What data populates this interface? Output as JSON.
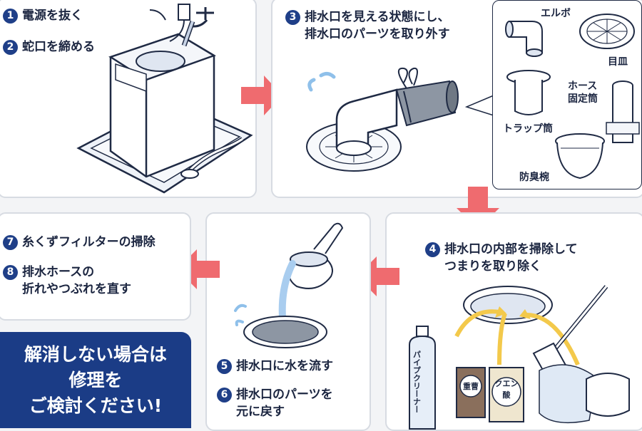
{
  "steps": {
    "s1": {
      "num": "1",
      "text": "電源を抜く"
    },
    "s2": {
      "num": "2",
      "text": "蛇口を締める"
    },
    "s3": {
      "num": "3",
      "text": "排水口を見える状態にし、\n排水口のパーツを取り外す"
    },
    "s4": {
      "num": "4",
      "text": "排水口の内部を掃除して\nつまりを取り除く"
    },
    "s5": {
      "num": "5",
      "text": "排水口に水を流す"
    },
    "s6": {
      "num": "6",
      "text": "排水口のパーツを\n元に戻す"
    },
    "s7": {
      "num": "7",
      "text": "糸くずフィルターの掃除"
    },
    "s8": {
      "num": "8",
      "text": "排水ホースの\n折れやつぶれを直す"
    }
  },
  "parts": {
    "elbow": "エルボ",
    "plate": "目皿",
    "hose_tube": "ホース\n固定筒",
    "trap": "トラップ筒",
    "odor": "防臭椀"
  },
  "products": {
    "pipe_cleaner": "パイプクリーナー",
    "baking_soda": "重曹",
    "citric_acid": "クエン\n酸"
  },
  "note": "解消しない場合は\n修理を\nご検討ください!",
  "colors": {
    "navy": "#1b3c86",
    "arrow": "#ef6b6f",
    "line": "#1f2a44",
    "water": "#a9cdef"
  }
}
